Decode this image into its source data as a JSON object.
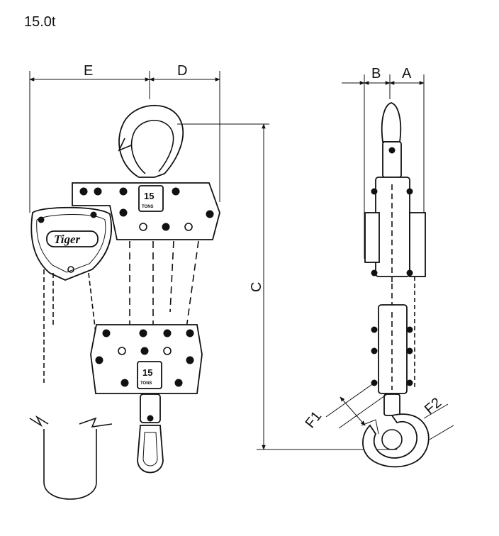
{
  "title": "15.0t",
  "dimension_labels": {
    "E": "E",
    "D": "D",
    "B": "B",
    "A": "A",
    "C": "C",
    "F1": "F1",
    "F2": "F2"
  },
  "logo_text": "Tiger",
  "capacity_plate": {
    "number": "15",
    "unit": "TONS"
  }
}
